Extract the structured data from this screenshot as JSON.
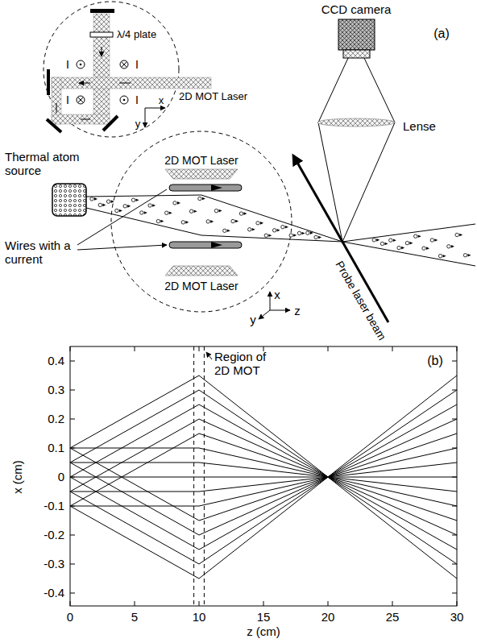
{
  "diagram": {
    "labels": [
      "CCD camera",
      "(a)",
      "λ/4 plate",
      "I",
      "I",
      "I",
      "I",
      "2D MOT Laser",
      "x",
      "y",
      "Thermal atom source",
      "2D MOT Laser",
      "Lense",
      "Wires with a current",
      "2D MOT Laser",
      "Probe laser beam",
      "x",
      "y",
      "z",
      "(b)",
      "Region of 2D MOT",
      "0.4",
      "0.3",
      "0.2",
      "0.1",
      "0",
      "-0.1",
      "-0.2",
      "-0.3",
      "-0.4",
      "0",
      "5",
      "10",
      "15",
      "20",
      "25",
      "30",
      "x (cm)",
      "z (cm)"
    ]
  }
}
